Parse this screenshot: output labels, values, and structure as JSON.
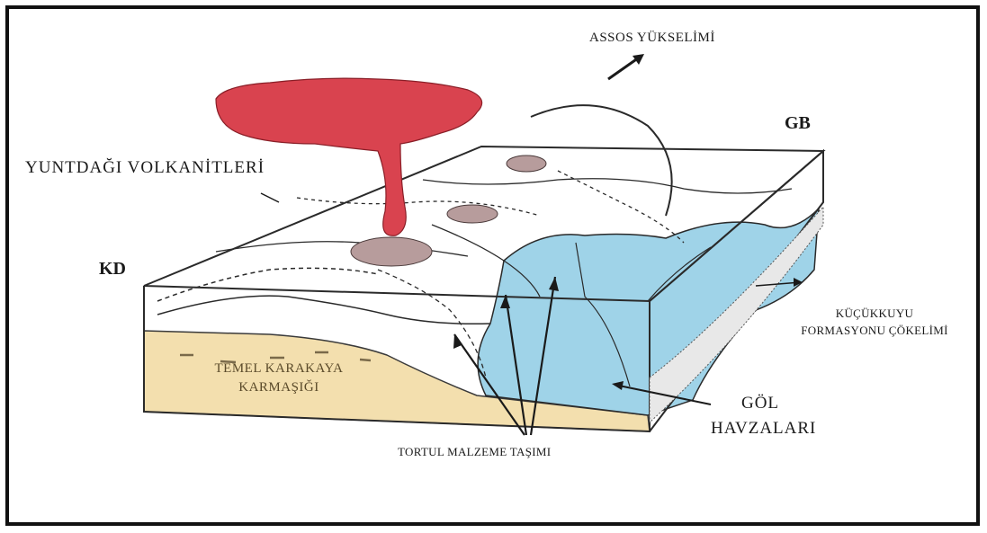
{
  "labels": {
    "assos": "ASSOS YÜKSELİMİ",
    "gb": "GB",
    "kd": "KD",
    "yuntdagi": "YUNTDAĞI VOLKANİTLERİ",
    "kucukkuyu_line1": "KÜÇÜKKUYU",
    "kucukkuyu_line2": "FORMASYONU ÇÖKELİMİ",
    "temel_line1": "TEMEL KARAKAYA",
    "temel_line2": "KARMAŞIĞI",
    "gol_line1": "GÖL",
    "gol_line2": "HAVZALARI",
    "tortul": "TORTUL MALZEME TAŞIMI"
  },
  "colors": {
    "volcano": "#d9434f",
    "lake": "#9fd3e8",
    "basement": "#f3dfae",
    "line": "#2a2a2a"
  }
}
